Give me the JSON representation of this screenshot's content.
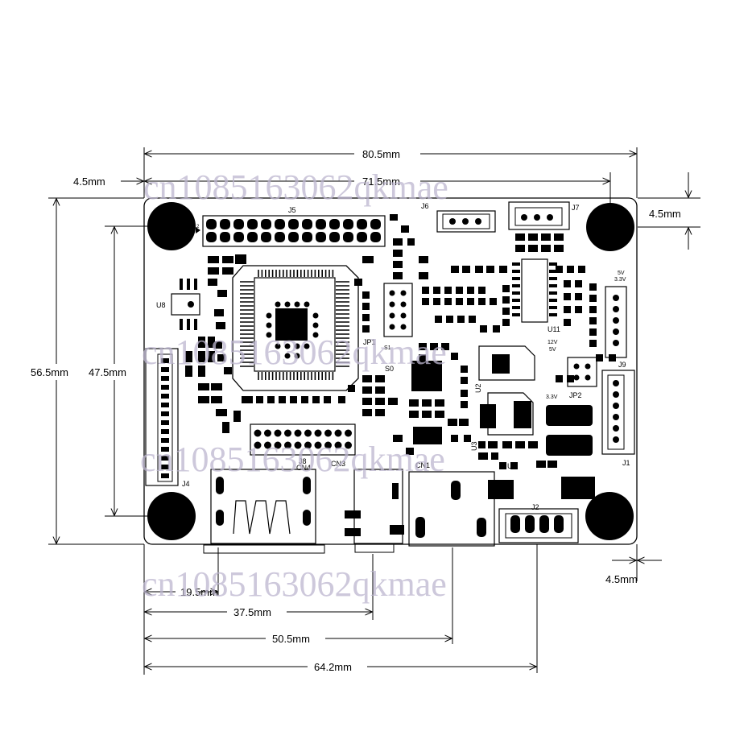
{
  "dimensions": {
    "board_width": "80.5mm",
    "hole_span_x": "71.5mm",
    "left_hole_offset": "4.5mm",
    "top_right_offset": "4.5mm",
    "board_height": "56.5mm",
    "hole_span_y": "47.5mm",
    "bottom_right_offset": "4.5mm",
    "dist_1": "19.5mm",
    "dist_2": "37.5mm",
    "dist_3": "50.5mm",
    "dist_4": "64.2mm"
  },
  "components": {
    "J5": "J5",
    "J6": "J6",
    "J7": "J7",
    "J9": "J9",
    "J1": "J1",
    "J2": "J2",
    "J4": "J4",
    "J8": "J8",
    "U8": "U8",
    "U11": "U11",
    "JP1": "JP1",
    "JP2": "JP2",
    "S0": "S0",
    "S1": "S1",
    "CN4": "CN4",
    "CN3": "CN3",
    "CN1": "CN1",
    "U2": "U2",
    "U3": "U3",
    "U1": "U1",
    "v5": "5V",
    "v33": "3.3V",
    "v12": "12V",
    "v5b": "5V",
    "v33b": "3.3V",
    "pin2": "2"
  },
  "watermark": "cn1085163062qkmae"
}
